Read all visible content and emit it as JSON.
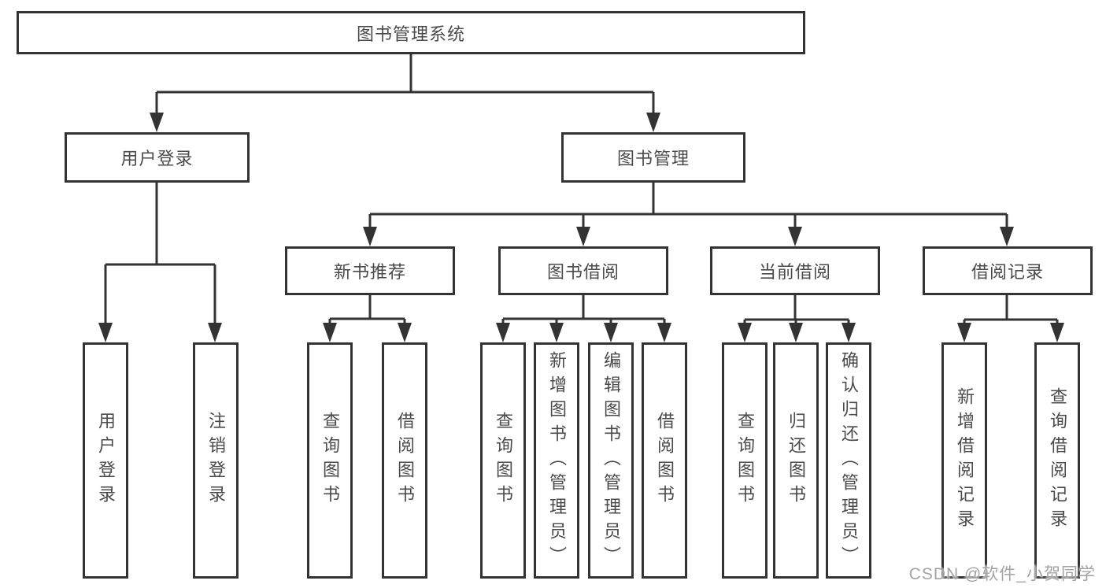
{
  "diagram": {
    "title_hint": "图书管理系统功能结构图",
    "root": {
      "label": "图书管理系统",
      "children": [
        {
          "label": "用户登录",
          "children": [
            {
              "label": "用户登录"
            },
            {
              "label": "注销登录"
            }
          ]
        },
        {
          "label": "图书管理",
          "children": [
            {
              "label": "新书推荐",
              "children": [
                {
                  "label": "查询图书"
                },
                {
                  "label": "借阅图书"
                }
              ]
            },
            {
              "label": "图书借阅",
              "children": [
                {
                  "label": "查询图书"
                },
                {
                  "label": "新增图书（管理员）"
                },
                {
                  "label": "编辑图书（管理员）"
                },
                {
                  "label": "借阅图书"
                }
              ]
            },
            {
              "label": "当前借阅",
              "children": [
                {
                  "label": "查询图书"
                },
                {
                  "label": "归还图书"
                },
                {
                  "label": "确认归还（管理员）"
                }
              ]
            },
            {
              "label": "借阅记录",
              "children": [
                {
                  "label": "新增借阅记录"
                },
                {
                  "label": "查询借阅记录"
                }
              ]
            }
          ]
        }
      ]
    }
  },
  "watermark": {
    "text": "CSDN @软件_小贺同学"
  },
  "colors": {
    "line": "#333333",
    "box_border": "#333333",
    "text": "#4a4a4a",
    "watermark": "#a3a3a3",
    "background": "#ffffff"
  }
}
